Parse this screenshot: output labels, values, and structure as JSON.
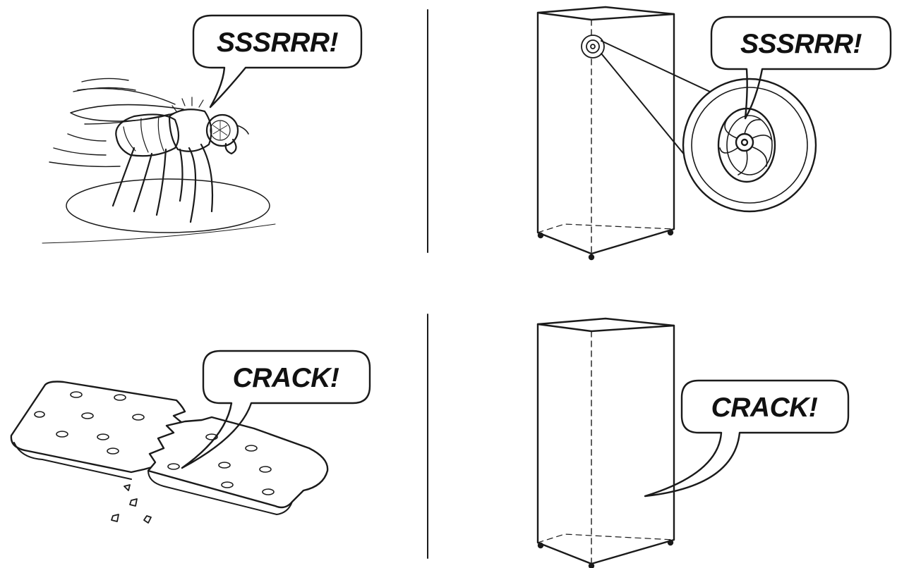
{
  "panels": {
    "fly": {
      "sound": "SSSRRR!"
    },
    "fridge_fan": {
      "sound": "SSSRRR!"
    },
    "cracker": {
      "sound": "CRACK!"
    },
    "fridge_crack": {
      "sound": "CRACK!"
    }
  },
  "colors": {
    "ink": "#1a1a1a",
    "background": "#ffffff"
  }
}
